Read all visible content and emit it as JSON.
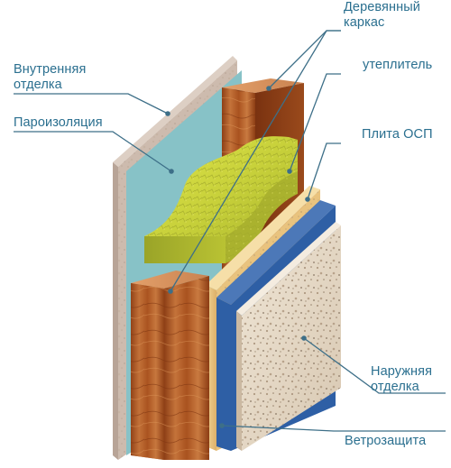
{
  "labels": {
    "frame": [
      "Деревянный",
      "каркас"
    ],
    "inner_finish": [
      "Внутренняя",
      "отделка"
    ],
    "insulation": "утеплитель",
    "vapor_barrier": "Пароизоляция",
    "osb": "Плита ОСП",
    "outer_finish": [
      "Наружняя",
      "отделка"
    ],
    "wind_barrier": "Ветрозащита"
  },
  "colors": {
    "label_text": "#2a6f8f",
    "leader_line": "#3d6f88",
    "inner_finish": "#cdbbae",
    "vapor_barrier": "#79b9bf",
    "wood": "#b5612a",
    "insulation": "#c6cf38",
    "osb": "#e9c37e",
    "wind_barrier": "#2e5fa5",
    "outer_finish": "#e6dac8"
  }
}
